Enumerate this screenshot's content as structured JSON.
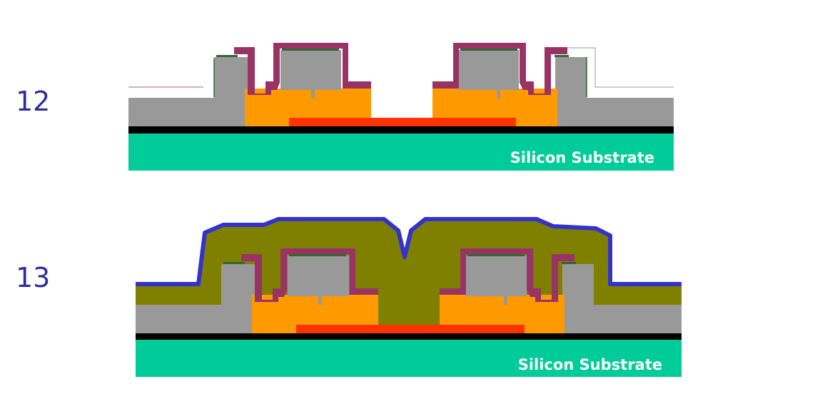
{
  "steps": [
    {
      "number": "12",
      "substrate_label": "Silicon Substrate"
    },
    {
      "number": "13",
      "substrate_label": "Silicon Substrate"
    }
  ],
  "colors": {
    "step_number": "#2e2e9a",
    "substrate": "#00cc99",
    "black_layer": "#000000",
    "channel": "#ff3300",
    "source_drain": "#ff9900",
    "gray_layer": "#999999",
    "spacer": "#993366",
    "thin_green": "#336633",
    "fill_layer": "#808000",
    "top_layer": "#3333cc"
  }
}
